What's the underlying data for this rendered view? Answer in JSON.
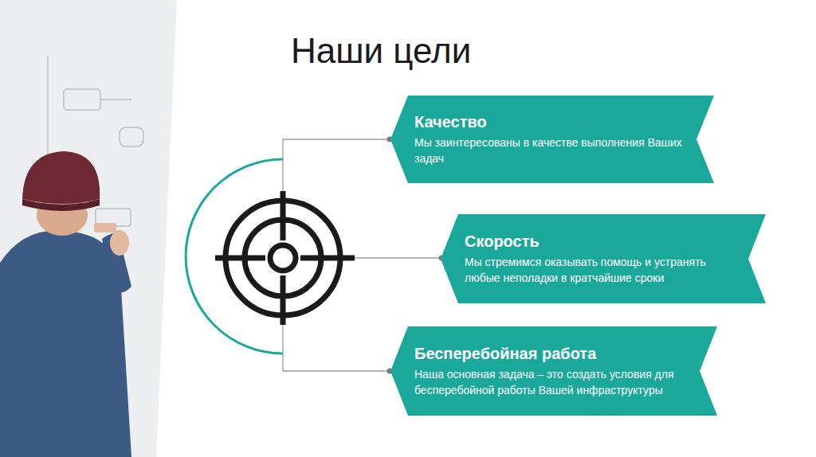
{
  "diagram": {
    "title": "Наши цели",
    "nodes": [
      {
        "text": [
          "Качество",
          "Мы заинтересованы в качестве выполнения Ваших задач"
        ]
      },
      {
        "text": [
          "Скорость",
          "Мы стремимся оказывать помощь и устранять любые неполадки в кратчайшие сроки"
        ]
      },
      {
        "text": [
          "Бесперебойная работа",
          "Наша основная задача – это создать условия для бесперебойной работы Вашей инфраструктуры"
        ]
      }
    ]
  }
}
